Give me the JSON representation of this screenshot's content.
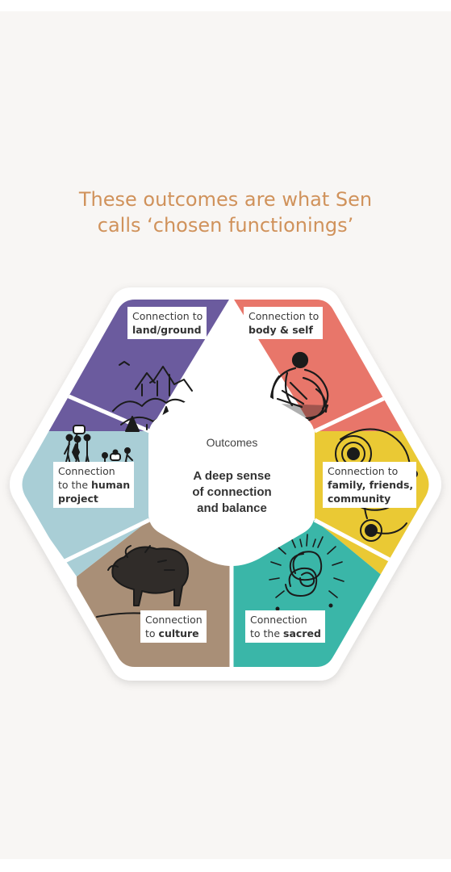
{
  "heading": {
    "line1": "These outcomes are what Sen",
    "line2": "calls ‘chosen functionings’"
  },
  "center": {
    "label": "Outcomes",
    "main_line1": "A deep sense",
    "main_line2": "of connection",
    "main_line3": "and balance"
  },
  "segments": [
    {
      "id": "land",
      "color": "#6b5b9e",
      "line1": "Connection to",
      "bold": "land/ground",
      "icon": "mountains-and-birds-icon"
    },
    {
      "id": "body",
      "color": "#e8766a",
      "line1": "Connection to",
      "bold": "body & self",
      "icon": "crouching-figure-icon"
    },
    {
      "id": "family",
      "color": "#eac934",
      "line1": "Connection to",
      "bold": "family, friends,",
      "bold2": "community",
      "icon": "concentric-circles-icon"
    },
    {
      "id": "sacred",
      "color": "#3ab6a8",
      "line1": "Connection",
      "pre": "to the ",
      "bold": "sacred",
      "icon": "radiating-knot-icon"
    },
    {
      "id": "culture",
      "color": "#a98f77",
      "line1": "Connection",
      "pre": "to ",
      "bold": "culture",
      "icon": "bison-icon"
    },
    {
      "id": "human",
      "color": "#a9ced6",
      "line1": "Connection",
      "pre": "to the ",
      "bold": "human",
      "bold2": "project",
      "icon": "people-walking-icon"
    }
  ],
  "colors": {
    "background": "#f8f6f4",
    "heading": "#d0925b",
    "hexagon_border": "#ffffff"
  }
}
